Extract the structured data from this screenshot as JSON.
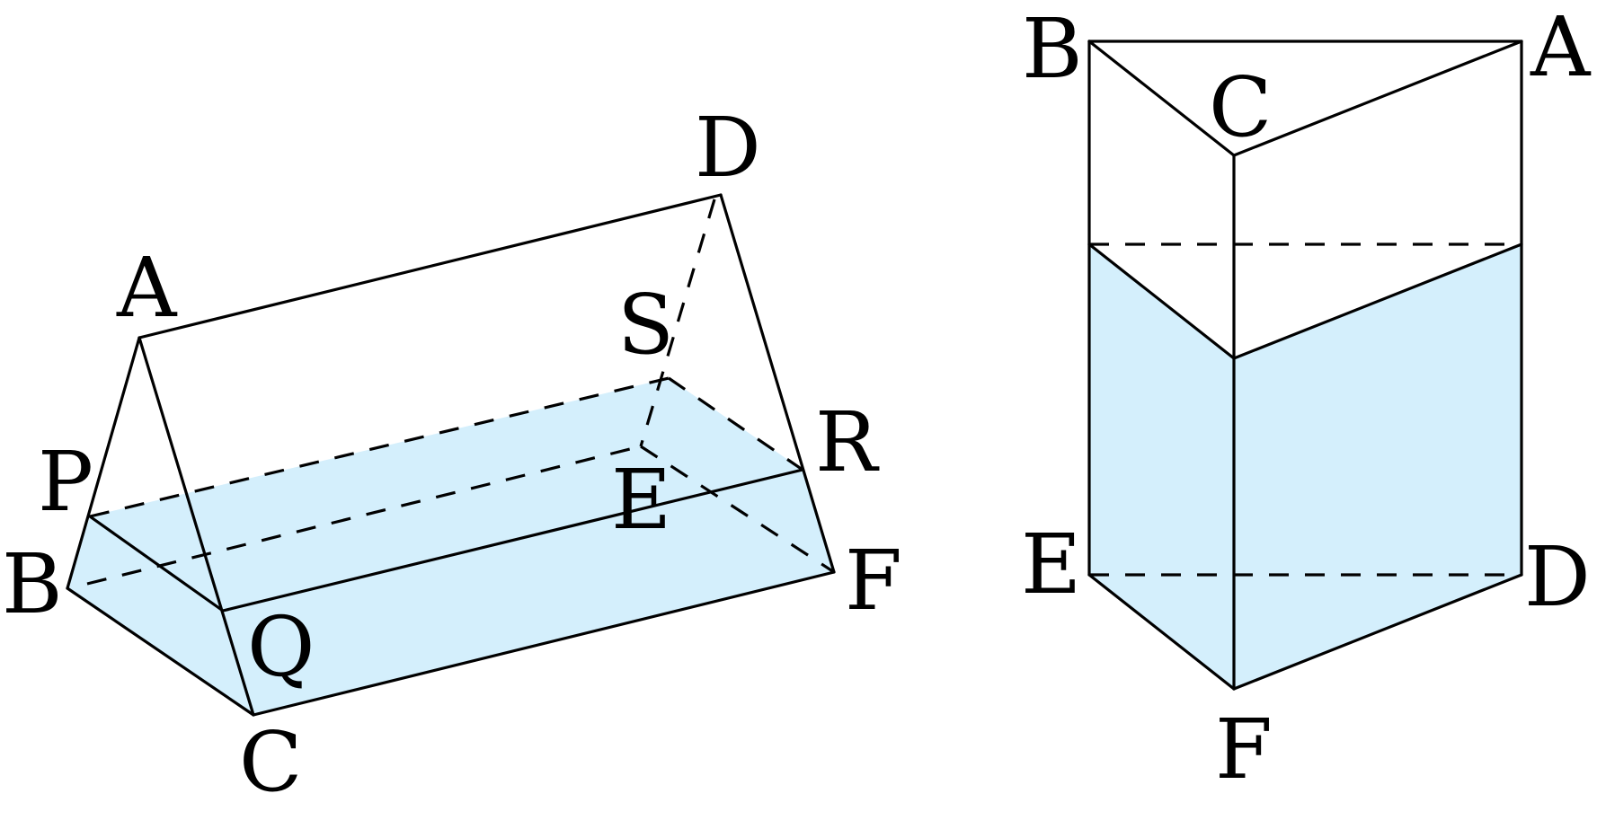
{
  "colors": {
    "water": "#d4effc",
    "line": "#000000"
  },
  "left_figure": {
    "labels": {
      "A": "A",
      "B": "B",
      "C": "C",
      "D": "D",
      "E": "E",
      "F": "F",
      "P": "P",
      "Q": "Q",
      "R": "R",
      "S": "S"
    }
  },
  "right_figure": {
    "labels": {
      "A": "A",
      "B": "B",
      "C": "C",
      "D": "D",
      "E": "E",
      "F": "F"
    }
  }
}
